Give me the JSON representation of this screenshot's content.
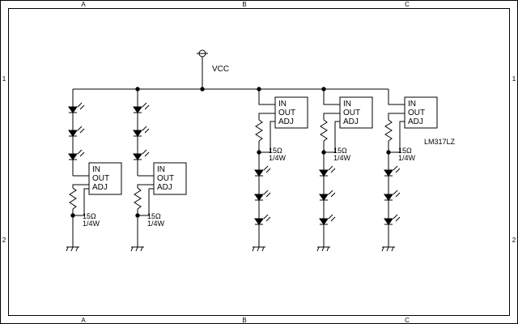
{
  "border": {
    "columns": [
      "A",
      "B",
      "C"
    ],
    "rows": [
      "1",
      "2"
    ]
  },
  "supply": {
    "label": "VCC"
  },
  "regulator": {
    "pins": [
      "IN",
      "OUT",
      "ADJ"
    ],
    "part_label": "LM317LZ"
  },
  "resistor": {
    "value": "15Ω",
    "power": "1/4W"
  }
}
